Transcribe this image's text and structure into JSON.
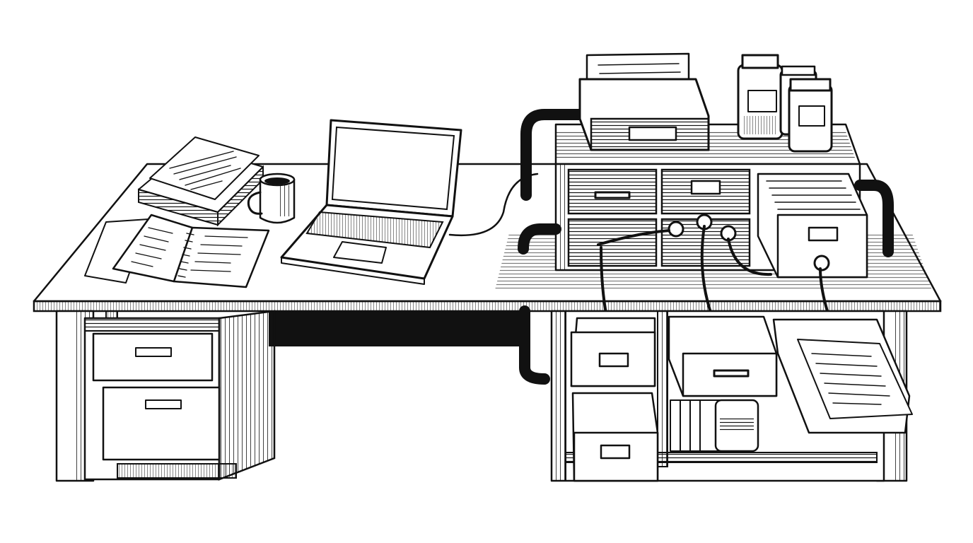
{
  "scene": {
    "style": "black-and-white ink engraving",
    "ink_color": "#111111",
    "paper_color": "#ffffff"
  },
  "objects": {
    "desk": "wooden-desk",
    "left_pedestal": "two-drawer-cabinet",
    "laptop": "laptop-computer",
    "mug": "coffee-mug",
    "paper_stack": "document-stack",
    "notebook": "open-spiral-notebook",
    "machine": "drawer-machine-with-pipes",
    "inbox_tray": "file-tray",
    "jars": "storage-jars",
    "lower_shelf": "open-drawer-shelf",
    "output_sheet": "printed-document"
  }
}
